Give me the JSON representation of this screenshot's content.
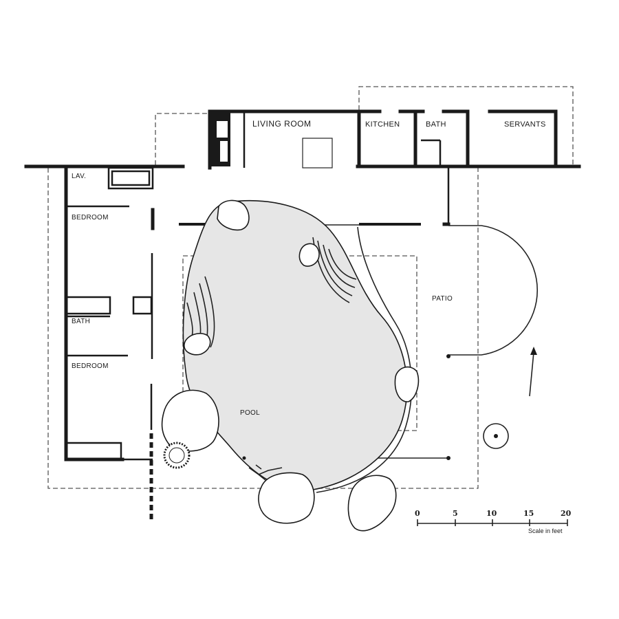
{
  "rooms": {
    "living_room": "LIVING ROOM",
    "kitchen": "KITCHEN",
    "bath_top": "BATH",
    "servants": "SERVANTS",
    "lav": "LAV.",
    "bedroom_1": "BEDROOM",
    "bath_left": "BATH",
    "bedroom_2": "BEDROOM",
    "patio": "PATIO",
    "pool": "POOL"
  },
  "scale": {
    "ticks": [
      "0",
      "5",
      "10",
      "15",
      "20"
    ],
    "caption": "Scale in feet"
  }
}
